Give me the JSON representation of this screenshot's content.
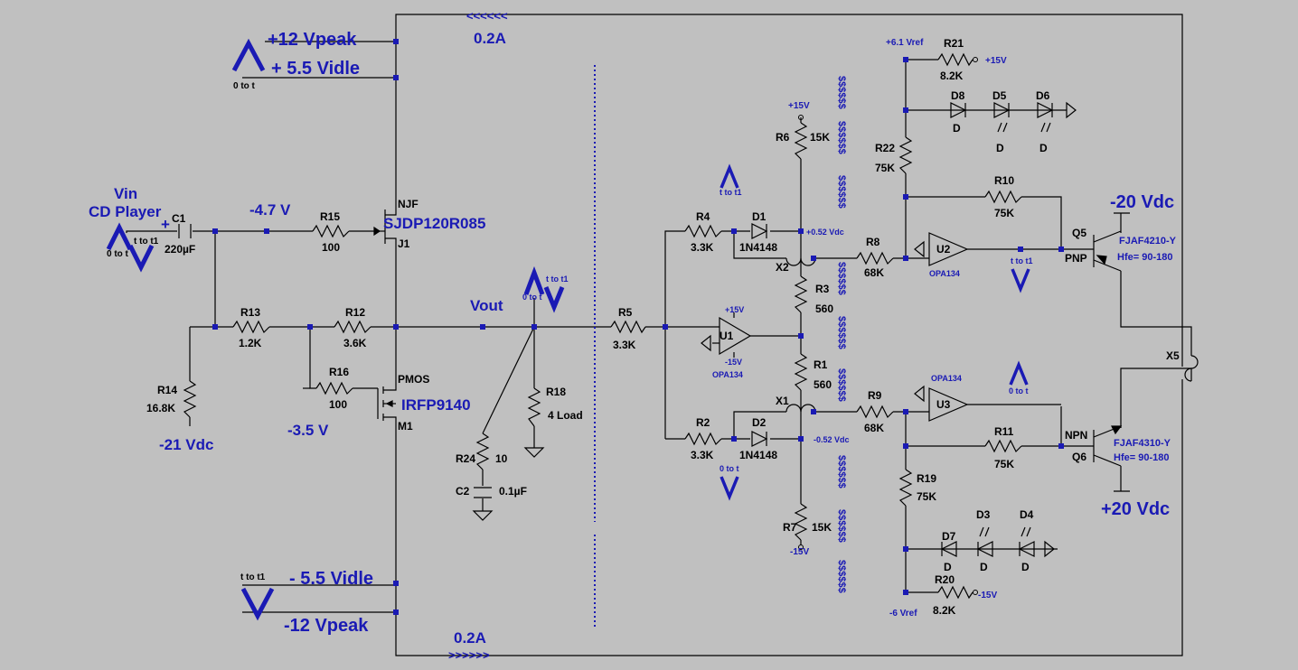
{
  "supplies": {
    "v_peak_pos": "+12 Vpeak",
    "v_idle_pos": "+ 5.5 Vidle",
    "v_idle_neg": "- 5.5 Vidle",
    "v_peak_neg": "-12 Vpeak",
    "time_0_t": "0  to t",
    "time_t_t1": "t  to t1",
    "current_top": "0.2A",
    "current_bottom": "0.2A",
    "arrows_top": "<<<<<<",
    "arrows_bottom": ">>>>>>"
  },
  "input": {
    "vin": "Vin",
    "source": "CD Player",
    "c1": "C1",
    "c1_plus": "+",
    "c1_val": "220µF",
    "src_t_t1": "t to t1",
    "src_0_t": "0 to t",
    "bias": "-4.7 V"
  },
  "parts": {
    "r15": "R15",
    "r15_val": "100",
    "r13": "R13",
    "r13_val": "1.2K",
    "r12": "R12",
    "r12_val": "3.6K",
    "r16": "R16",
    "r16_val": "100",
    "r14": "R14",
    "r14_val": "16.8K",
    "v_m35": "-3.5 V",
    "v_m21": "-21 Vdc",
    "j1_type": "NJF",
    "j1_part": "SJDP120R085",
    "j1": "J1",
    "m1_type": "PMOS",
    "m1_part": "IRFP9140",
    "m1": "M1",
    "vout": "Vout",
    "out_t_t1": "t to t1",
    "out_0_t": "0 to t",
    "r18": "R18",
    "r18_val": "4 Load",
    "r24": "R24",
    "r24_val": "10",
    "c2": "C2",
    "c2_val": "0.1µF",
    "r5": "R5",
    "r5_val": "3.3K",
    "r4": "R4",
    "r4_val": "3.3K",
    "d1": "D1",
    "d1_val": "1N4148",
    "r2": "R2",
    "r2_val": "3.3K",
    "d2": "D2",
    "d2_val": "1N4148",
    "r6": "R6",
    "r6_val": "15K",
    "r6_sup": "+15V",
    "r7": "R7",
    "r7_val": "15K",
    "r7_sup": "-15V",
    "r3": "R3",
    "r3_val": "560",
    "r1": "R1",
    "r1_val": "560",
    "x2": "X2",
    "x1": "X1",
    "x5": "X5",
    "v_p052": "+0.52 Vdc",
    "v_m052": "-0.52 Vdc",
    "u1": "U1",
    "u1_part": "OPA134",
    "u1_pos": "+15V",
    "u1_neg": "-15V",
    "u1_t_t1": "t to t1",
    "u1_0_t": "0 to t",
    "r8": "R8",
    "r8_val": "68K",
    "r9": "R9",
    "r9_val": "68K",
    "u2": "U2",
    "u2_part": "OPA134",
    "u3": "U3",
    "u3_part": "OPA134",
    "u2_t_t1": "t to t1",
    "u3_0_t": "0 to t",
    "d1_0_t": "0 to t",
    "vref_pos": "+6.1 Vref",
    "r21": "R21",
    "r21_val": "8.2K",
    "r21_sup": "+15V",
    "r22": "R22",
    "r22_val": "75K",
    "r10": "R10",
    "r10_val": "75K",
    "d8": "D8",
    "d5": "D5",
    "d6": "D6",
    "diode_val": "D",
    "vref_neg": "-6 Vref",
    "r20": "R20",
    "r20_val": "8.2K",
    "r20_sup": "-15V",
    "r19": "R19",
    "r19_val": "75K",
    "r11": "R11",
    "r11_val": "75K",
    "d7": "D7",
    "d3": "D3",
    "d4": "D4",
    "q5": "Q5",
    "q5_type": "PNP",
    "q5_part": "FJAF4210-Y",
    "q5_hfe": "Hfe= 90-180",
    "q6": "Q6",
    "q6_type": "NPN",
    "q6_part": "FJAF4310-Y",
    "q6_hfe": "Hfe= 90-180",
    "v_m20": "-20 Vdc",
    "v_p20": "+20 Vdc",
    "dollar_col": "$$$$$$"
  },
  "colors": {
    "background": "#c0c0c0",
    "wire": "#000000",
    "accent": "#1a1ab4"
  }
}
